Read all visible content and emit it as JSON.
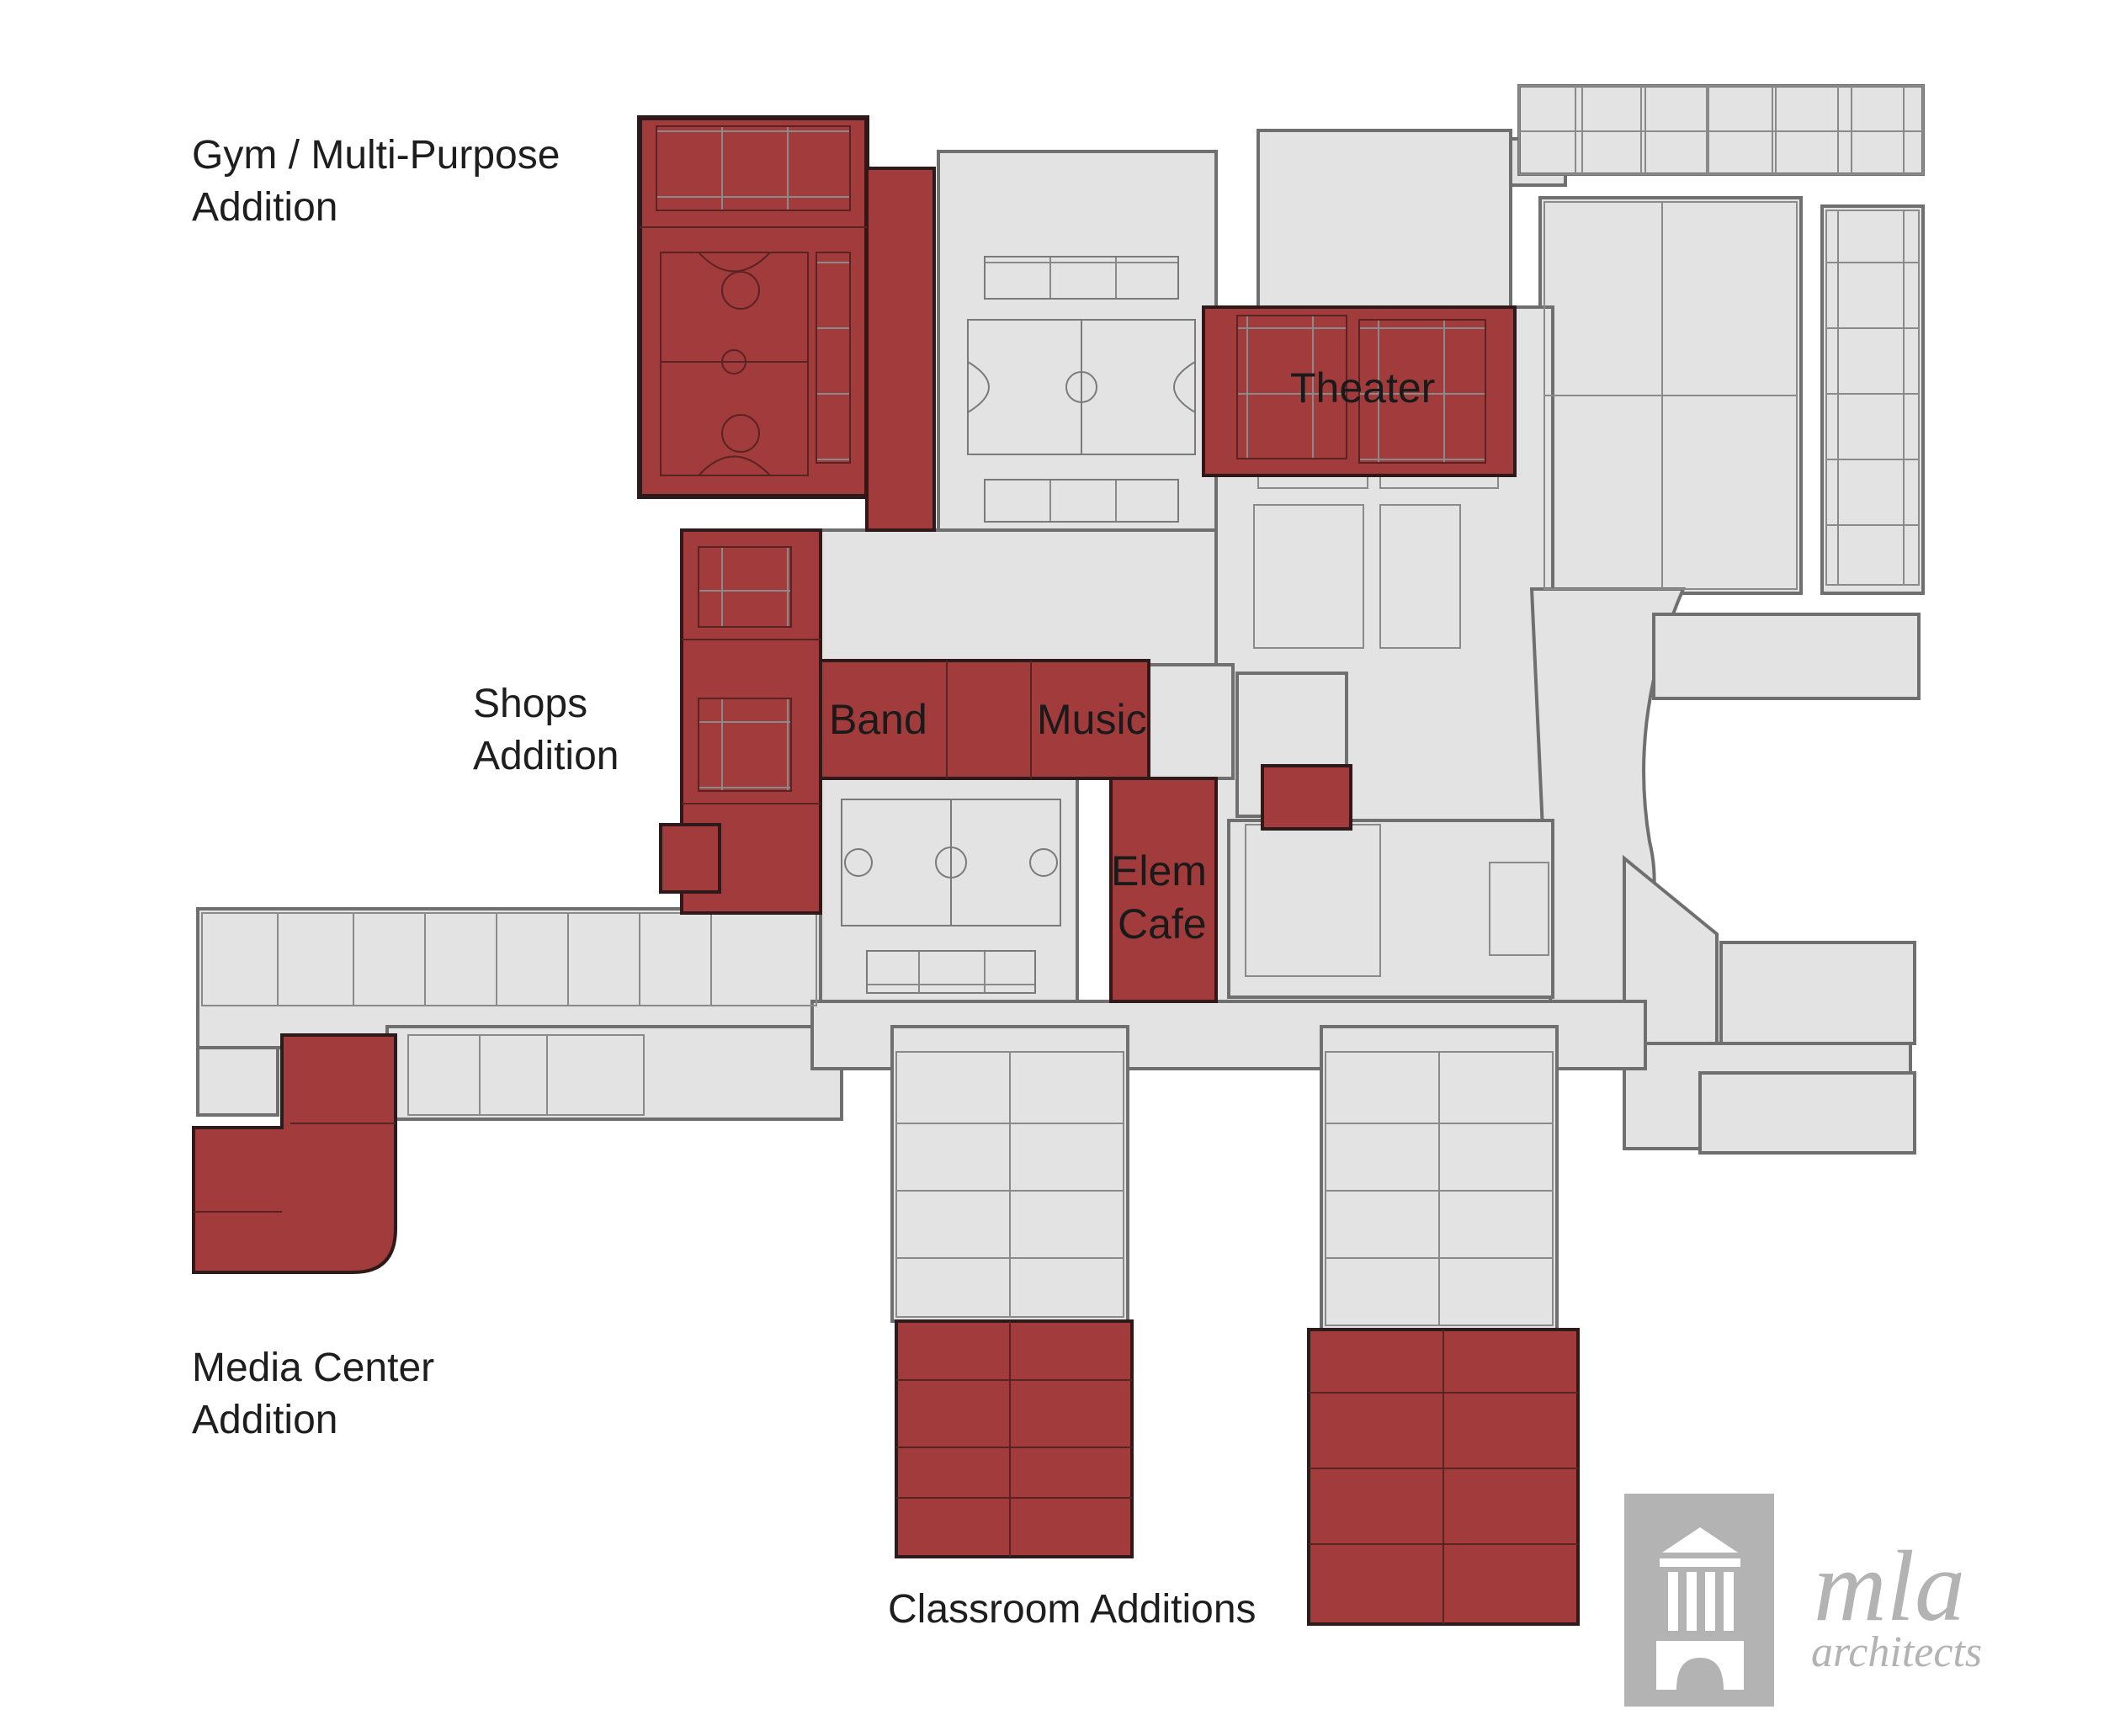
{
  "labels": {
    "gym_line1": "Gym / Multi-Purpose",
    "gym_line2": "Addition",
    "shops_line1": "Shops",
    "shops_line2": "Addition",
    "media_line1": "Media Center",
    "media_line2": "Addition",
    "classroom": "Classroom Additions"
  },
  "rooms": {
    "theater": "Theater",
    "band": "Band",
    "music": "Music",
    "elem_line1": "Elem",
    "elem_line2": "Cafe"
  },
  "logo": {
    "name": "mla",
    "sub": "architects",
    "icon": "temple-icon"
  },
  "colors": {
    "addition": "#a23b3c",
    "existing": "#e3e3e3",
    "wall": "#6f6f6f",
    "logo": "#b3b3b3"
  }
}
